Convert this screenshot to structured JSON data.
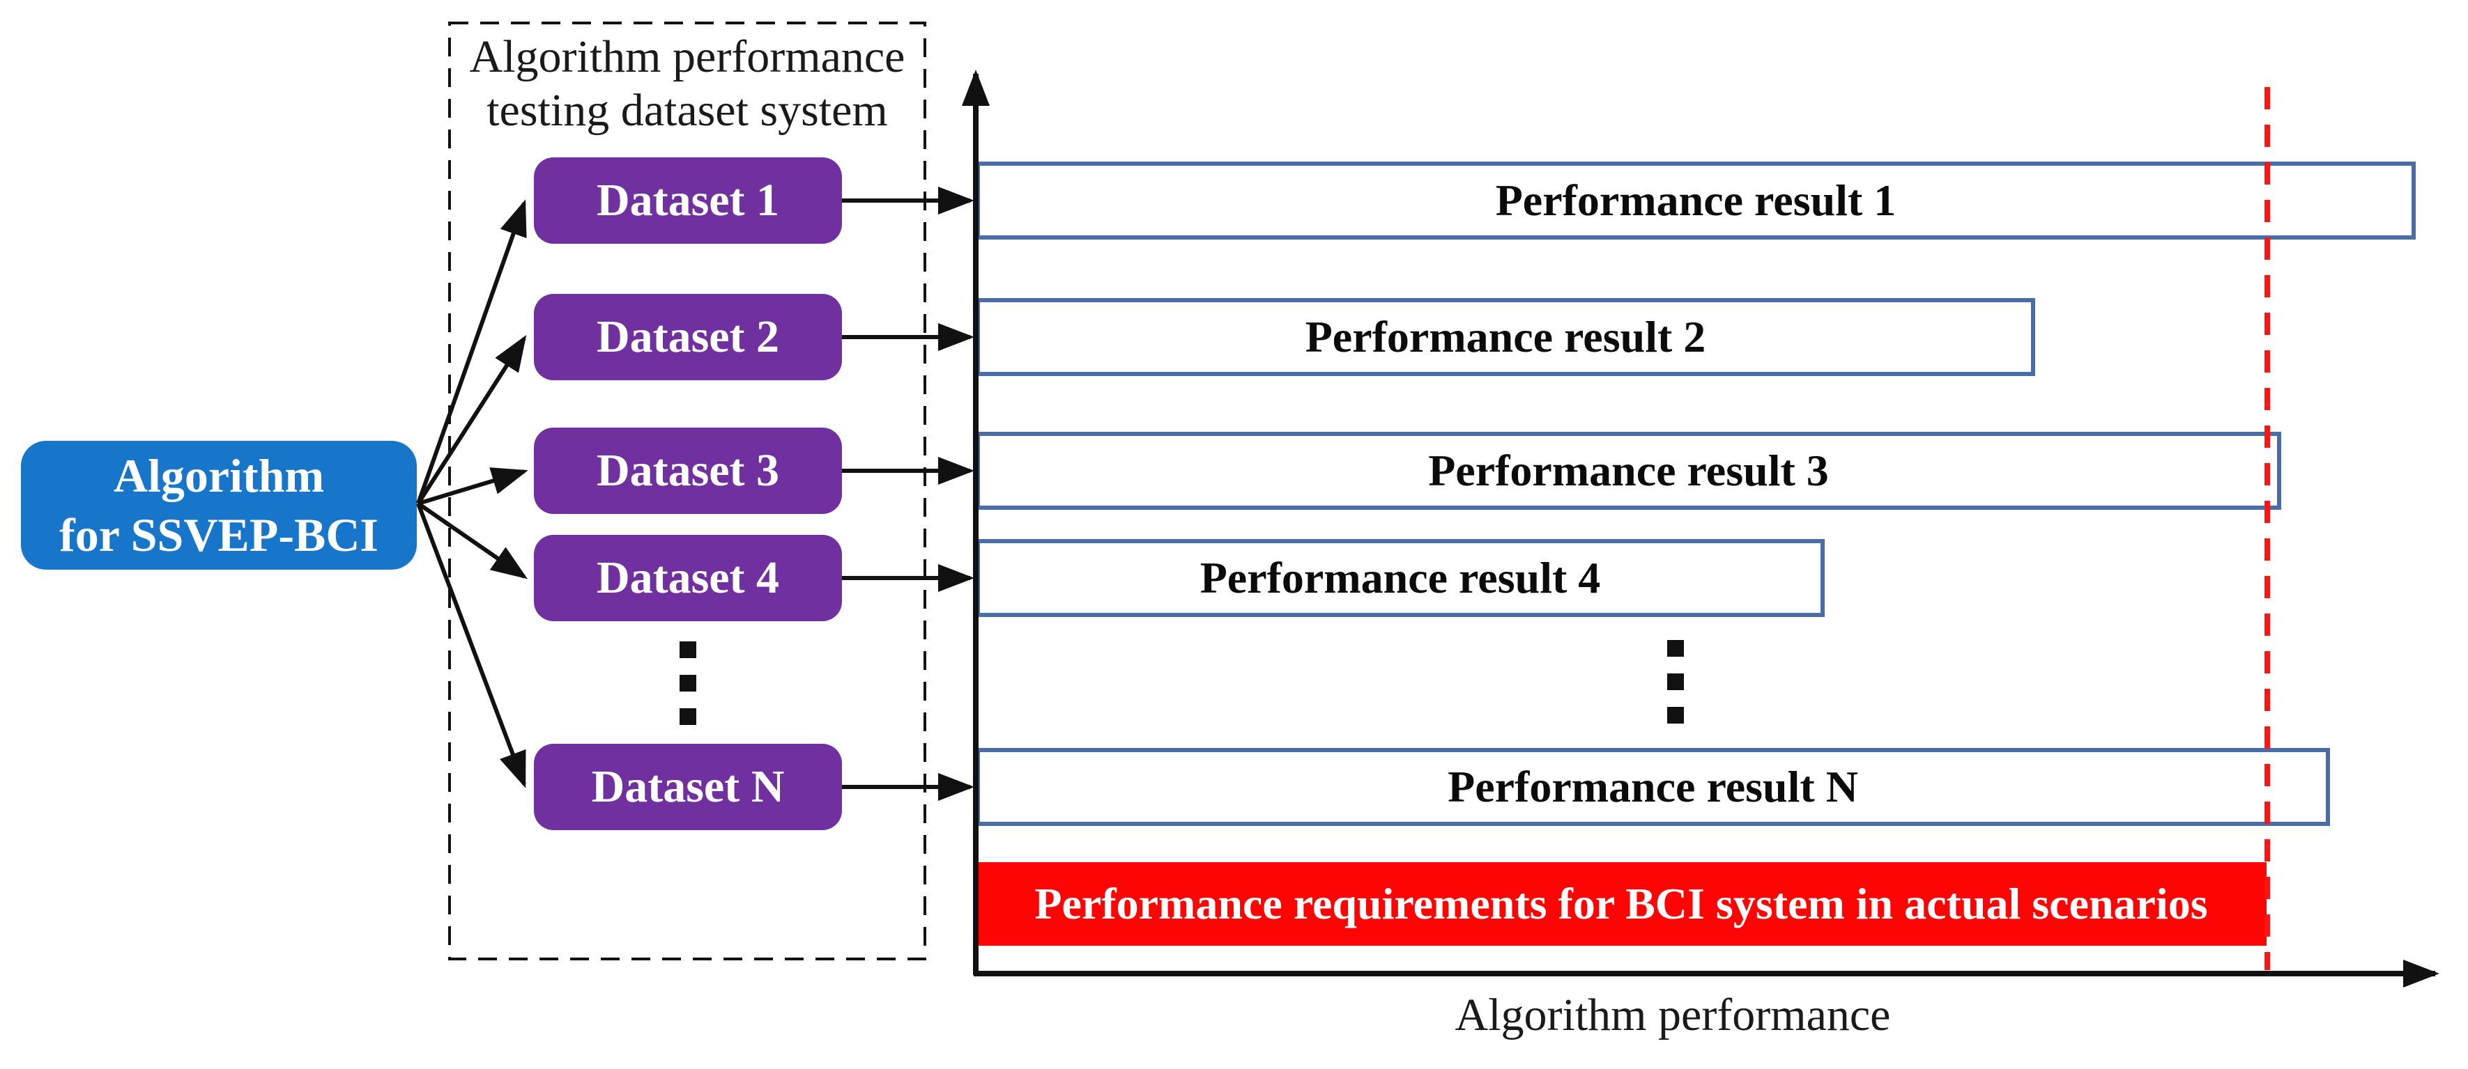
{
  "algorithm_box": {
    "line1": "Algorithm",
    "line2": "for SSVEP-BCI",
    "color": "#1776c9"
  },
  "dataset_panel": {
    "title_line1": "Algorithm performance",
    "title_line2": "testing dataset system",
    "box_color": "#7030a0",
    "datasets": [
      {
        "label": "Dataset 1"
      },
      {
        "label": "Dataset 2"
      },
      {
        "label": "Dataset 3"
      },
      {
        "label": "Dataset 4"
      },
      {
        "label": "Dataset N"
      }
    ]
  },
  "chart_data": {
    "type": "bar",
    "orientation": "horizontal",
    "xlabel": "Algorithm performance",
    "axes": "unlabeled conceptual axis, no ticks",
    "bar_border_color": "#4a6da6",
    "bars": [
      {
        "label": "Performance result 1",
        "relative_length": 0.984
      },
      {
        "label": "Performance result 2",
        "relative_length": 0.724
      },
      {
        "label": "Performance result 3",
        "relative_length": 0.892
      },
      {
        "label": "Performance result 4",
        "relative_length": 0.58
      },
      {
        "label": "Performance result N",
        "relative_length": 0.925
      }
    ],
    "requirement_bar": {
      "label": "Performance requirements for BCI system in actual scenarios",
      "relative_length": 0.882,
      "color": "#fe0505"
    },
    "threshold_line": {
      "style": "dashed",
      "color": "#ff1414",
      "relative_x": 0.882
    }
  }
}
